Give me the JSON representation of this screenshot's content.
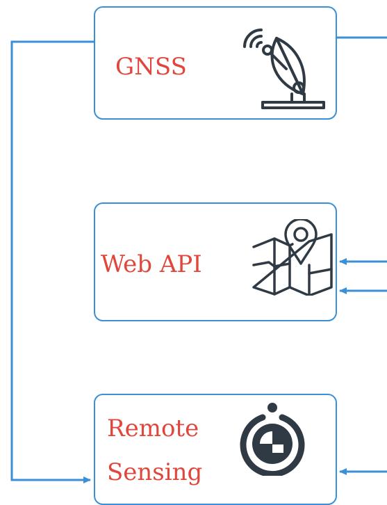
{
  "nodes": [
    {
      "id": "gnss",
      "label": "GNSS",
      "icon": "satellite-dish-icon"
    },
    {
      "id": "web-api",
      "label": "Web API",
      "icon": "map-pin-icon"
    },
    {
      "id": "remote-sensing",
      "label_line1": "Remote",
      "label_line2": "Sensing",
      "icon": "sensor-icon"
    }
  ],
  "colors": {
    "box_border": "#3a8fd6",
    "connector": "#3a8fd6",
    "label_text": "#e0463b",
    "icon_stroke": "#2f3a45"
  }
}
